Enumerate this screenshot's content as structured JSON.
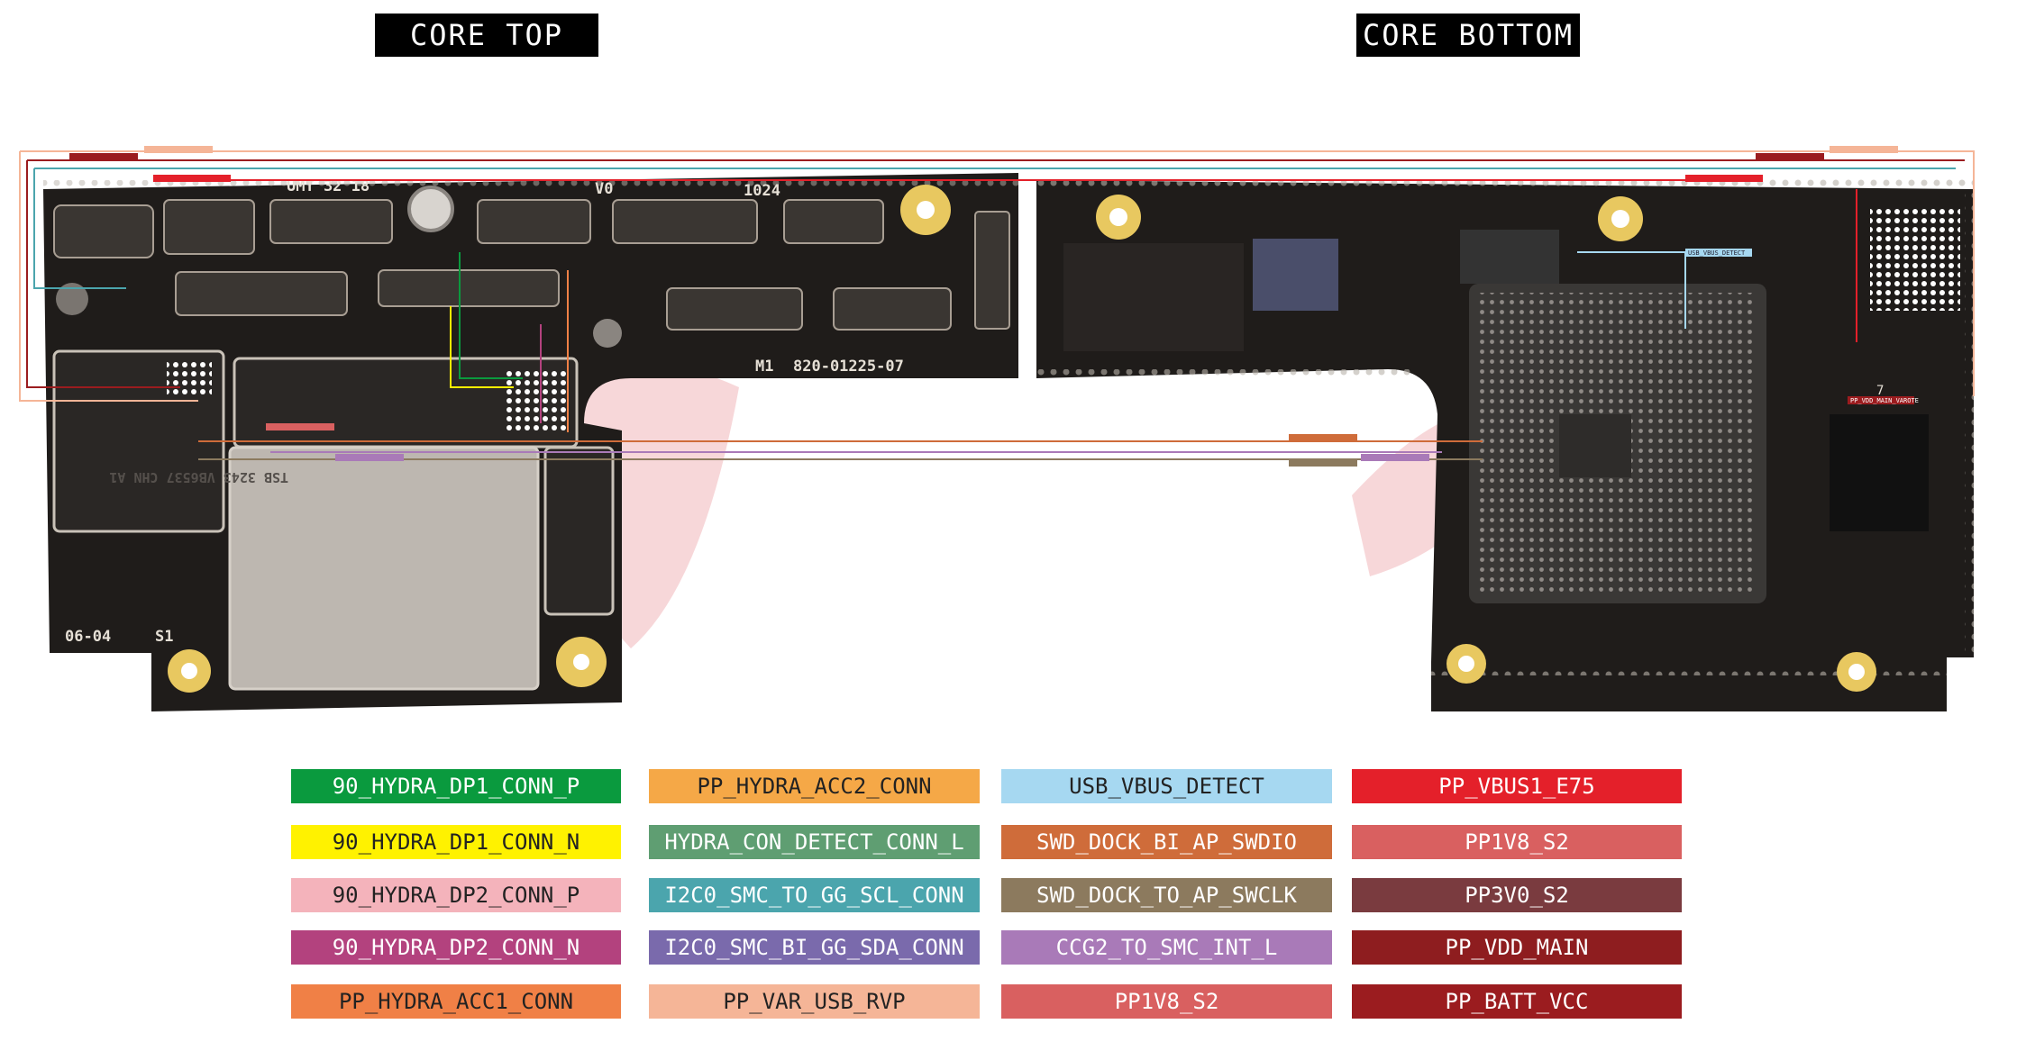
{
  "titles": {
    "top": "CORE TOP",
    "bottom": "CORE BOTTOM"
  },
  "board_top": {
    "silkscreen": [
      "UMT 32 18",
      "V0",
      "1024",
      "M1",
      "820-01225-07",
      "06-04",
      "S1",
      "TSB 3243 VB6537 CHN A1"
    ]
  },
  "board_bottom": {
    "marker": "7",
    "net_tags": [
      "USB_VBUS_DETECT",
      "PP_VBUS1_E75",
      "PP_VDD_MAIN_VAROTE"
    ]
  },
  "legend": [
    {
      "label": "90_HYDRA_DP1_CONN_P",
      "color": "#0a9a3e"
    },
    {
      "label": "PP_HYDRA_ACC2_CONN",
      "color": "#f5a847"
    },
    {
      "label": "USB_VBUS_DETECT",
      "color": "#a6d8f1"
    },
    {
      "label": "PP_VBUS1_E75",
      "color": "#e4202a"
    },
    {
      "label": "90_HYDRA_DP1_CONN_N",
      "color": "#fff200"
    },
    {
      "label": "HYDRA_CON_DETECT_CONN_L",
      "color": "#5f9e72"
    },
    {
      "label": "SWD_DOCK_BI_AP_SWDIO",
      "color": "#cf6c3a"
    },
    {
      "label": "PP1V8_S2",
      "color": "#d96060"
    },
    {
      "label": "90_HYDRA_DP2_CONN_P",
      "color": "#f4b3bb"
    },
    {
      "label": "I2C0_SMC_TO_GG_SCL_CONN",
      "color": "#4ba5ad"
    },
    {
      "label": "SWD_DOCK_TO_AP_SWCLK",
      "color": "#8c7a5e"
    },
    {
      "label": "PP3V0_S2",
      "color": "#7a3b3f"
    },
    {
      "label": "90_HYDRA_DP2_CONN_N",
      "color": "#b3427e"
    },
    {
      "label": "I2C0_SMC_BI_GG_SDA_CONN",
      "color": "#7a6aac"
    },
    {
      "label": "CCG2_TO_SMC_INT_L",
      "color": "#a97ab8"
    },
    {
      "label": "PP_VDD_MAIN",
      "color": "#8e1d1f"
    },
    {
      "label": "PP_HYDRA_ACC1_CONN",
      "color": "#f08046"
    },
    {
      "label": "PP_VAR_USB_RVP",
      "color": "#f5b597"
    },
    {
      "label": "PP1V8_S2",
      "color": "#d96060"
    },
    {
      "label": "PP_BATT_VCC",
      "color": "#9b1c1f"
    }
  ]
}
